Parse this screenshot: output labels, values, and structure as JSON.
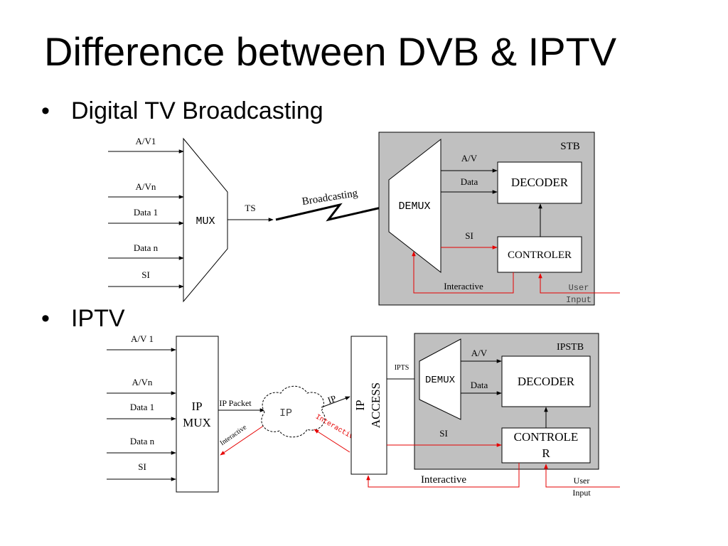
{
  "title": "Difference between DVB & IPTV",
  "bullets": [
    "Digital TV Broadcasting",
    "IPTV"
  ],
  "colors": {
    "stb_fill": "#c0c0c0",
    "link_red": "#e60000",
    "stroke": "#000000"
  },
  "dvb": {
    "inputs": [
      "A/V1",
      "A/Vn",
      "Data 1",
      "Data n",
      "SI"
    ],
    "mux": "MUX",
    "ts": "TS",
    "broadcasting": "Broadcasting",
    "stb": "STB",
    "demux": "DEMUX",
    "av": "A/V",
    "data": "Data",
    "si": "SI",
    "decoder": "DECODER",
    "controller": "CONTROLER",
    "interactive": "Interactive",
    "user_input_1": "User",
    "user_input_2": "Input"
  },
  "iptv": {
    "inputs": [
      "A/V 1",
      "A/Vn",
      "Data 1",
      "Data n",
      "SI"
    ],
    "ip_mux_1": "IP",
    "ip_mux_2": "MUX",
    "ip_packet": "IP Packet",
    "interactive_left": "Interactive",
    "ip_cloud": "IP",
    "ip_arrow": "IP",
    "interactive_right": "Interactive",
    "ip_access_1": "IP",
    "ip_access_2": "ACCESS",
    "ipts": "IPTS",
    "ipstb": "IPSTB",
    "demux": "DEMUX",
    "av": "A/V",
    "data": "Data",
    "si": "SI",
    "decoder": "DECODER",
    "controller_1": "CONTROLE",
    "controller_2": "R",
    "interactive": "Interactive",
    "user_input_1": "User",
    "user_input_2": "Input"
  }
}
